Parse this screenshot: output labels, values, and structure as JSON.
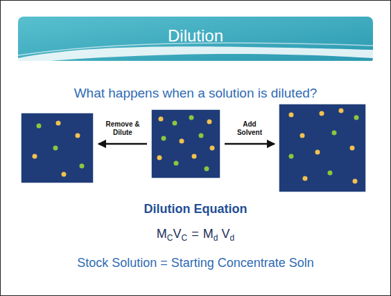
{
  "diagram": {
    "title": "Dilution",
    "labels": [
      "What happens when a solution is diluted?",
      "Remove & Dilute",
      "Add Solvent",
      "Dilution Equation",
      "M",
      "C",
      "V",
      "C",
      "=",
      "M",
      "d",
      "V",
      "d",
      "Stock Solution = Starting Concentrate Soln"
    ]
  }
}
